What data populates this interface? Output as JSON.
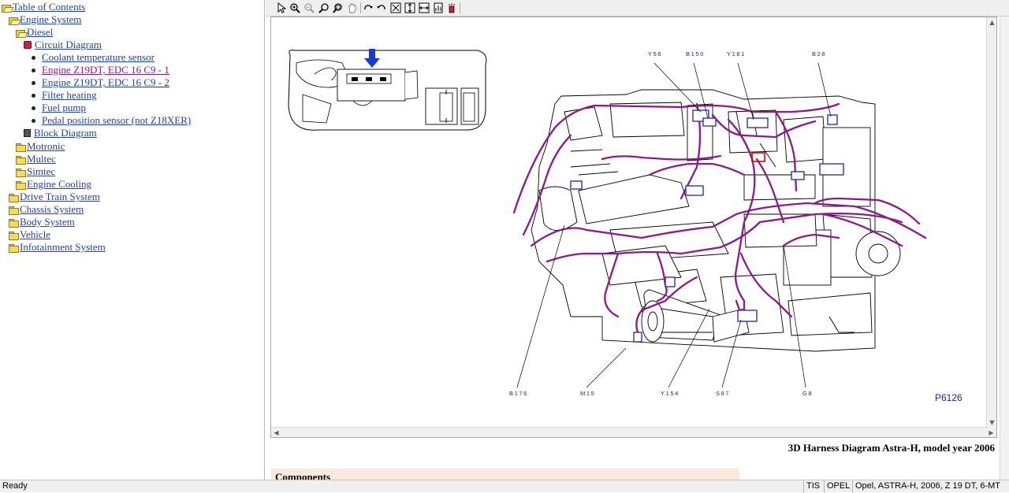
{
  "tree": {
    "root": "Table of Contents",
    "engine_system": "Engine System",
    "diesel": "Diesel",
    "circuit_diagram": "Circuit Diagram",
    "children": [
      "Coolant temperature sensor",
      "Engine Z19DT, EDC 16 C9 - 1",
      "Engine Z19DT, EDC 16 C9 - 2",
      "Filter heating",
      "Fuel pump",
      "Pedal position sensor (not Z18XER)"
    ],
    "block_diagram": "Block Diagram",
    "engine_sub": [
      "Motronic",
      "Multec",
      "Simtec",
      "Engine Cooling"
    ],
    "top_level": [
      "Drive Train System",
      "Chassis System",
      "Body System",
      "Vehicle",
      "Infotainment System"
    ]
  },
  "toolbar": {
    "tools": [
      "select-arrow-icon",
      "zoom-in-icon",
      "zoom-out-icon",
      "zoom-icon",
      "zoom-window-icon",
      "pan-hand-icon",
      "rotate-right-icon",
      "rotate-left-icon",
      "fit-all-icon",
      "fit-height-icon",
      "fit-width-icon",
      "fit-page-icon",
      "highlight-icon",
      "help-icon"
    ]
  },
  "diagram": {
    "labels_top": [
      "Y56",
      "B150",
      "Y181",
      "B28"
    ],
    "labels_bottom": [
      "B176",
      "M15",
      "Y154",
      "S87",
      "G8"
    ],
    "code": "P6126"
  },
  "caption": "3D Harness Diagram Astra-H, model year 2006",
  "components_heading": "Components",
  "status": {
    "ready": "Ready",
    "app": "TIS",
    "brand": "OPEL",
    "vehicle": "Opel, ASTRA-H, 2006, Z 19 DT, 6-MT"
  },
  "colors": {
    "link": "#1f3fb8",
    "visited": "#8a1a8a",
    "harness": "#8b1a8b",
    "connector": "#2020d0",
    "highlight": "#e00000"
  }
}
